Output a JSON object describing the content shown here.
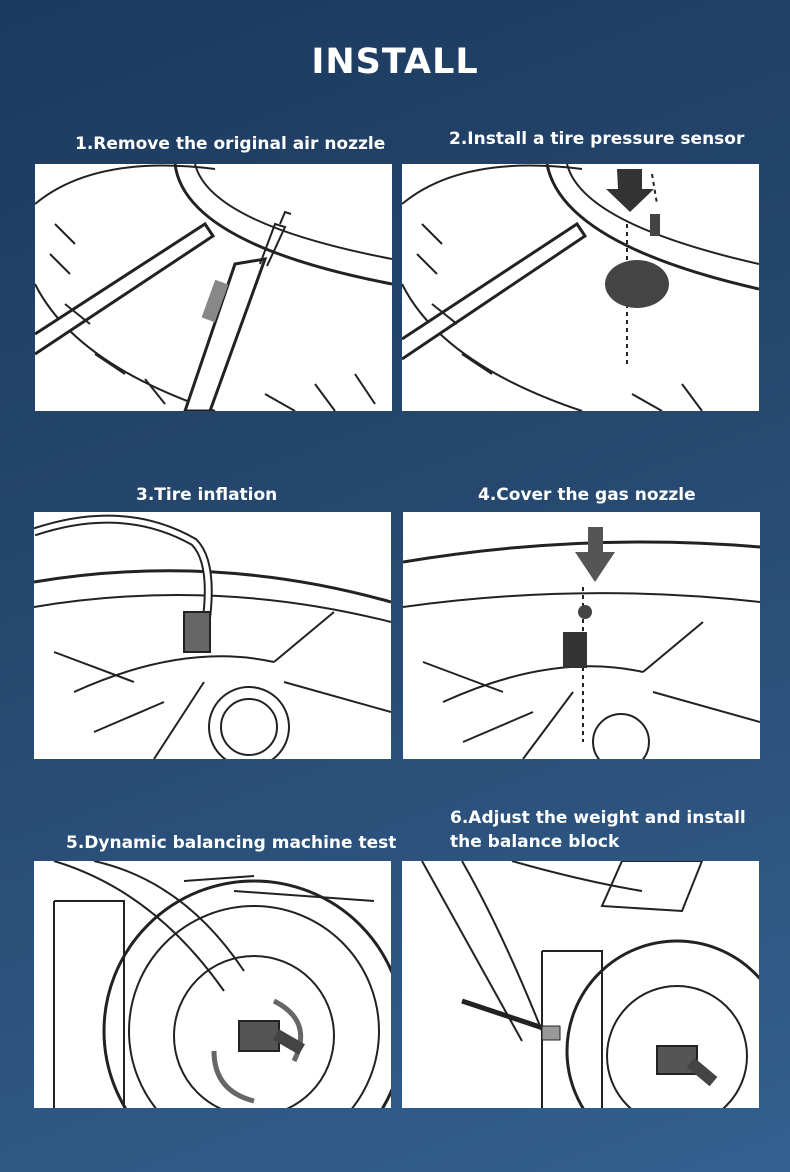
{
  "page": {
    "title": "INSTALL"
  },
  "steps": [
    {
      "label": "1.Remove the original air nozzle"
    },
    {
      "label": "2.Install a tire pressure sensor"
    },
    {
      "label": "3.Tire inflation"
    },
    {
      "label": "4.Cover the gas nozzle"
    },
    {
      "label": "5.Dynamic balancing machine test"
    },
    {
      "label": "6.Adjust the weight and install",
      "label_line2": "the balance block"
    }
  ],
  "colors": {
    "background": "#26486f",
    "panel": "#ffffff",
    "line": "#222222"
  }
}
